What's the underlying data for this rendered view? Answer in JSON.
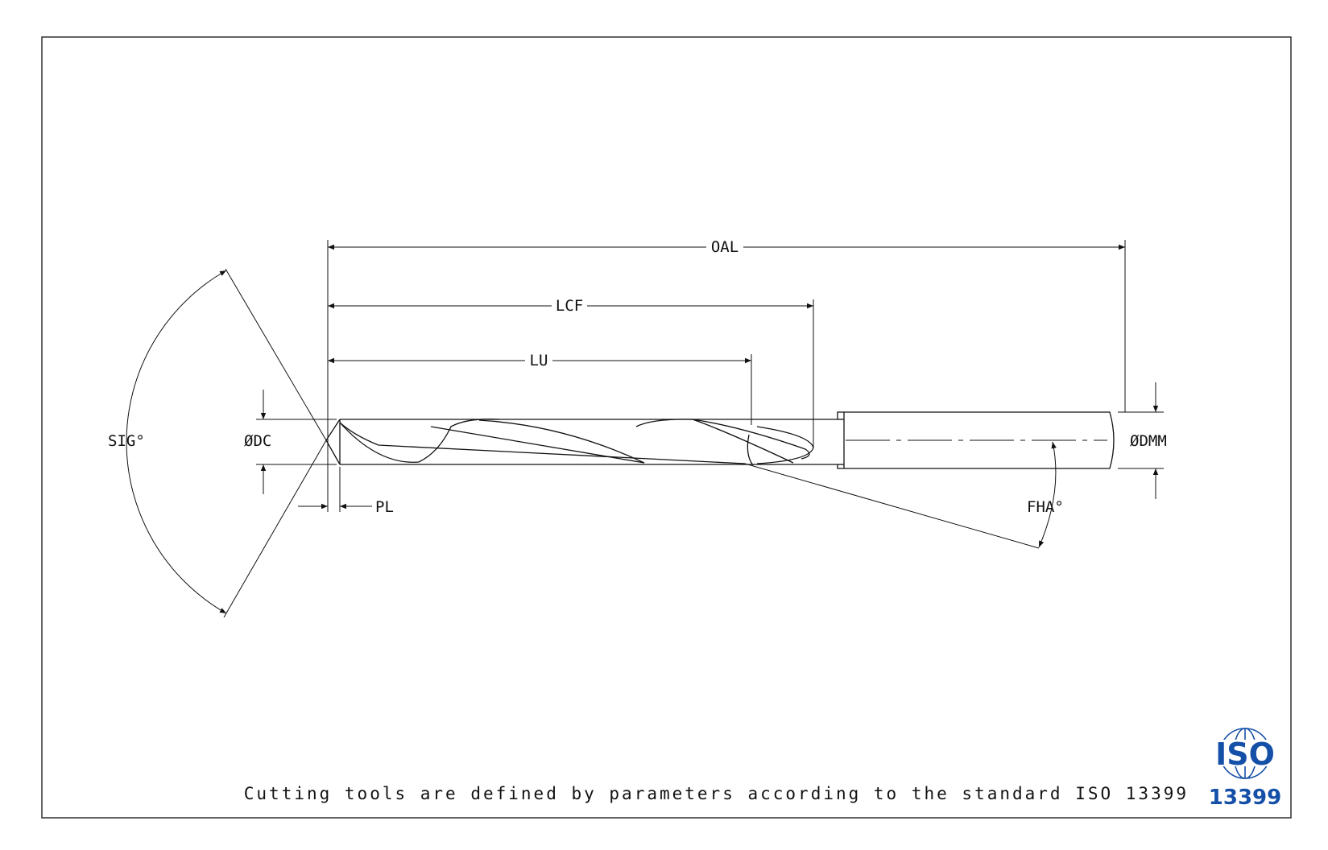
{
  "labels": {
    "oal": "OAL",
    "lcf": "LCF",
    "lu": "LU",
    "sig": "SIG°",
    "dc": "ØDC",
    "dmm": "ØDMM",
    "pl": "PL",
    "fha": "FHA°"
  },
  "caption": "Cutting tools are defined by parameters according to the standard ISO 13399",
  "logo": {
    "word": "ISO",
    "number": "13399",
    "color": "#1550a8"
  },
  "colors": {
    "line": "#111111",
    "background": "#ffffff"
  }
}
